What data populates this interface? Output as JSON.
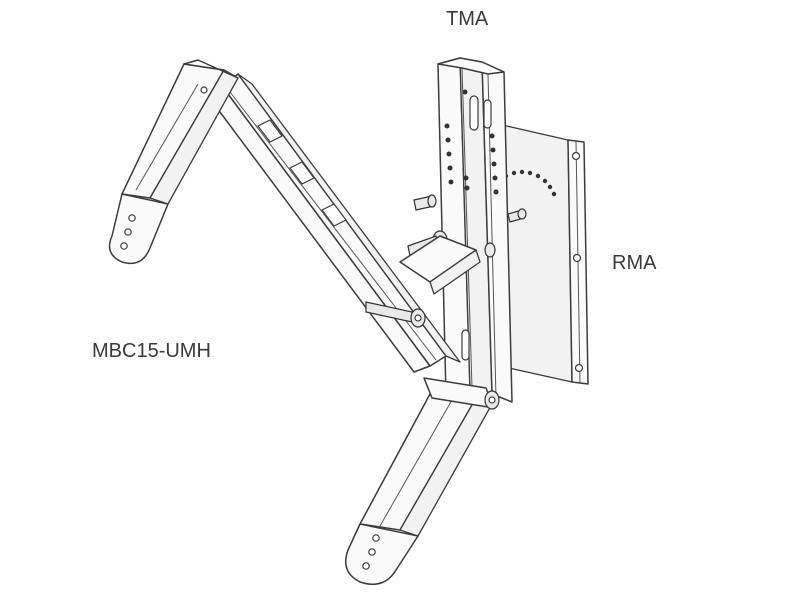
{
  "labels": {
    "top_mount": "TMA",
    "rear_mount": "RMA",
    "bracket": "MBC15-UMH"
  }
}
